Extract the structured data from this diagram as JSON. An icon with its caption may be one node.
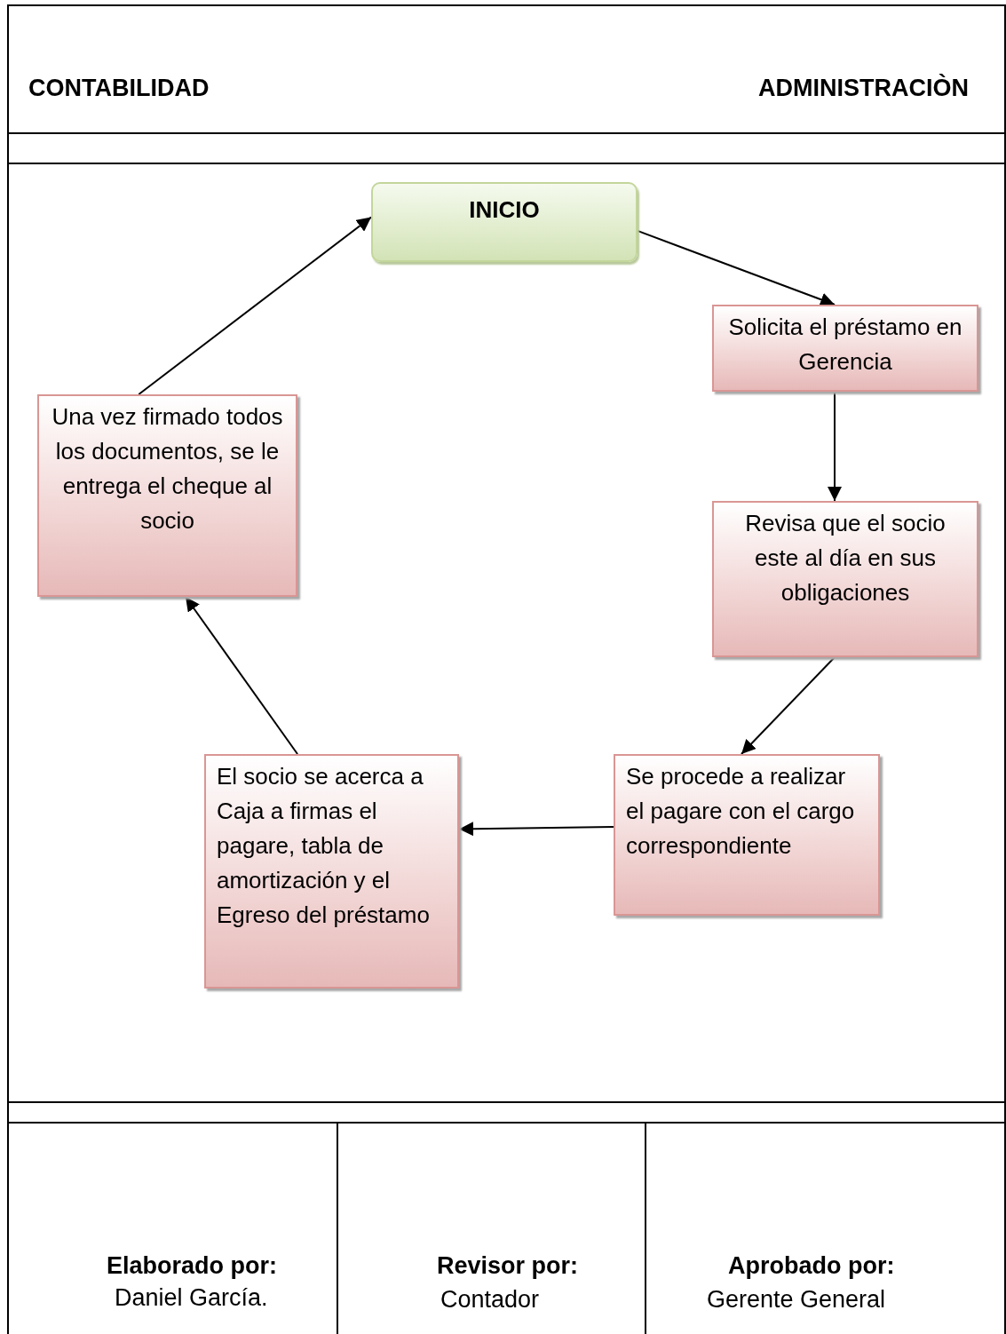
{
  "diagram": {
    "nodes": [
      {
        "text": [
          "INICIO"
        ]
      },
      {
        "text": [
          "Solicita el préstamo en Gerencia"
        ]
      },
      {
        "text": [
          "Revisa que el socio este al día en sus obligaciones"
        ]
      },
      {
        "text": [
          "Se procede a realizar el pagare con el cargo correspondiente"
        ]
      },
      {
        "text": [
          "El socio se acerca a Caja a firmas el pagare, tabla de amortización y el Egreso del préstamo"
        ]
      },
      {
        "text": [
          "Una vez firmado todos los documentos, se le entrega el cheque al socio"
        ]
      }
    ],
    "edges": [
      {
        "from": 0,
        "to": 1,
        "arrow": "to"
      },
      {
        "from": 1,
        "to": 2,
        "arrow": "to"
      },
      {
        "from": 2,
        "to": 3,
        "arrow": "to"
      },
      {
        "from": 3,
        "to": 4,
        "arrow": "to"
      },
      {
        "from": 4,
        "to": 5,
        "arrow": "to"
      },
      {
        "from": 5,
        "to": 0,
        "arrow": "to"
      }
    ],
    "labels": [
      "CONTABILIDAD",
      "ADMINISTRACIÒN",
      "Elaborado por:",
      "Daniel García.",
      "Revisor por:",
      "Contador",
      "Aprobado por:",
      "Gerente General"
    ]
  }
}
